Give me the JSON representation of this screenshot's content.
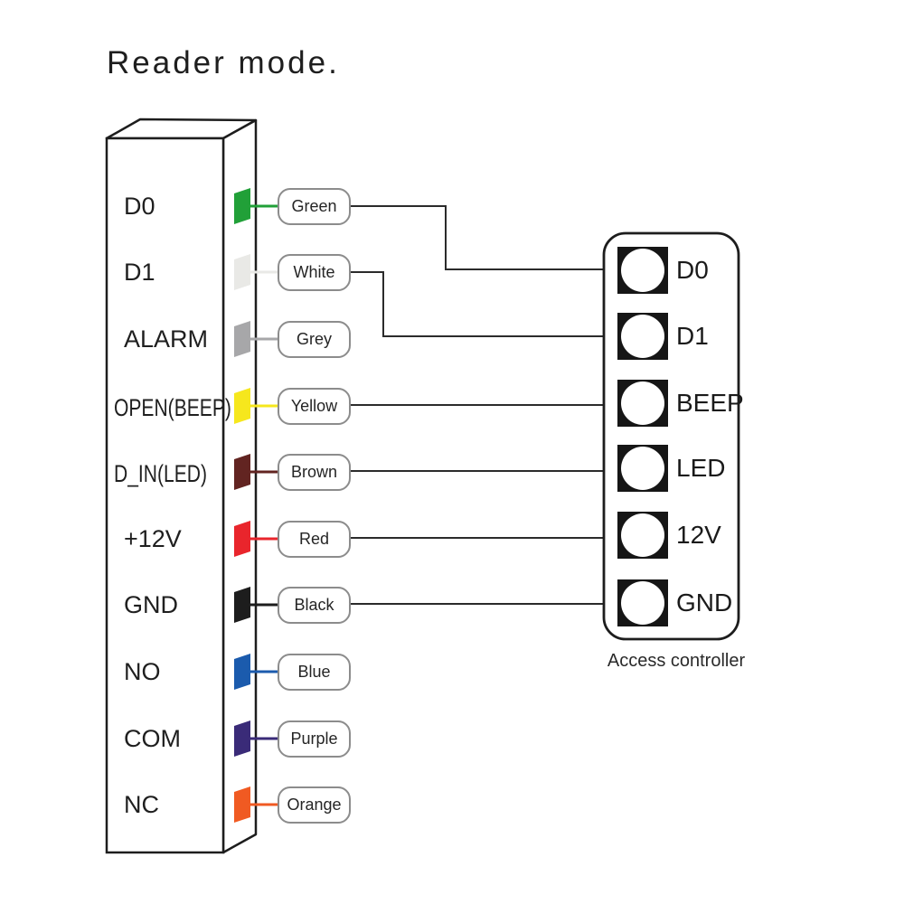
{
  "title": "Reader mode.",
  "device": {
    "pins": [
      {
        "label": "D0",
        "wire": "Green",
        "color": "#21a038"
      },
      {
        "label": "D1",
        "wire": "White",
        "color": "#e9e9e6"
      },
      {
        "label": "ALARM",
        "wire": "Grey",
        "color": "#a7a7a9"
      },
      {
        "label": "OPEN(BEEP)",
        "wire": "Yellow",
        "color": "#f6e71d"
      },
      {
        "label": "D_IN(LED)",
        "wire": "Brown",
        "color": "#622421"
      },
      {
        "label": "+12V",
        "wire": "Red",
        "color": "#e9252c"
      },
      {
        "label": "GND",
        "wire": "Black",
        "color": "#1d1d1d"
      },
      {
        "label": "NO",
        "wire": "Blue",
        "color": "#1b5bad"
      },
      {
        "label": "COM",
        "wire": "Purple",
        "color": "#3a2b78"
      },
      {
        "label": "NC",
        "wire": "Orange",
        "color": "#f05a22"
      }
    ]
  },
  "controller": {
    "caption": "Access controller",
    "terminals": [
      "D0",
      "D1",
      "BEEP",
      "LED",
      "12V",
      "GND"
    ]
  },
  "connections": [
    {
      "wire": "Green",
      "terminal": "D0"
    },
    {
      "wire": "White",
      "terminal": "D1"
    },
    {
      "wire": "Yellow",
      "terminal": "BEEP"
    },
    {
      "wire": "Brown",
      "terminal": "LED"
    },
    {
      "wire": "Red",
      "terminal": "12V"
    },
    {
      "wire": "Black",
      "terminal": "GND"
    }
  ],
  "colors": {
    "outline": "#1d1d1d",
    "wire_line": "#2b2b2b",
    "pill_border": "#8c8c8c"
  }
}
